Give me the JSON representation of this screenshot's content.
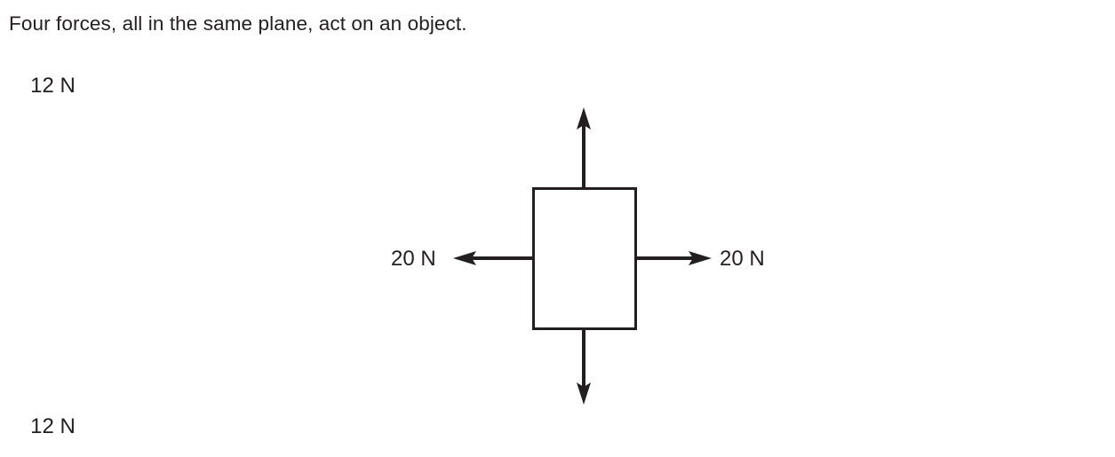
{
  "page": {
    "background_color": "#ffffff",
    "ink_color": "#231f20",
    "prompt": "Four forces, all in the same plane, act on an object."
  },
  "diagram": {
    "name": "four-force-free-body-diagram",
    "object": {
      "shape": "rectangle",
      "fill": "#ffffff",
      "stroke": "#231f20"
    },
    "forces": [
      {
        "id": "up",
        "label": "12 N",
        "magnitude": 12,
        "unit": "N",
        "direction": "up"
      },
      {
        "id": "down",
        "label": "12 N",
        "magnitude": 12,
        "unit": "N",
        "direction": "down"
      },
      {
        "id": "left",
        "label": "20 N",
        "magnitude": 20,
        "unit": "N",
        "direction": "left"
      },
      {
        "id": "right",
        "label": "20 N",
        "magnitude": 20,
        "unit": "N",
        "direction": "right"
      }
    ]
  }
}
